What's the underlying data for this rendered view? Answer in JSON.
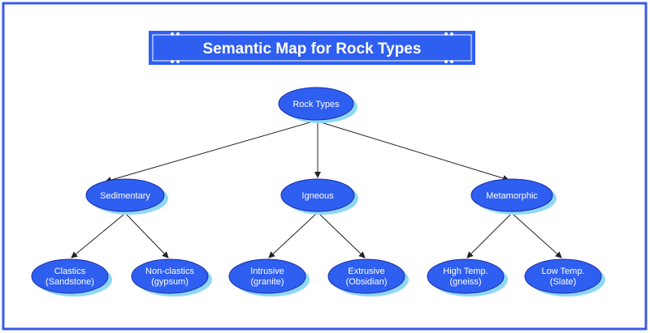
{
  "title": "Semantic Map for Rock Types",
  "colors": {
    "frame": "#3a5ae8",
    "title_fill": "#2f5ff0",
    "node_fill": "#2f5ff0",
    "node_shadow": "#8fd8f6",
    "node_stroke": "#1a2fa8",
    "edge": "#222222"
  },
  "root": {
    "label": "Rock Types"
  },
  "categories": [
    {
      "label": "Sedimentary",
      "children": [
        {
          "line1": "Clastics",
          "line2": "(Sandstone)"
        },
        {
          "line1": "Non-clastics",
          "line2": "(gypsum)"
        }
      ]
    },
    {
      "label": "Igneous",
      "children": [
        {
          "line1": "Intrusive",
          "line2": "(granite)"
        },
        {
          "line1": "Extrusive",
          "line2": "(Obsidian)"
        }
      ]
    },
    {
      "label": "Metamorphic",
      "children": [
        {
          "line1": "High Temp.",
          "line2": "(gneiss)"
        },
        {
          "line1": "Low Temp.",
          "line2": "(Slate)"
        }
      ]
    }
  ]
}
